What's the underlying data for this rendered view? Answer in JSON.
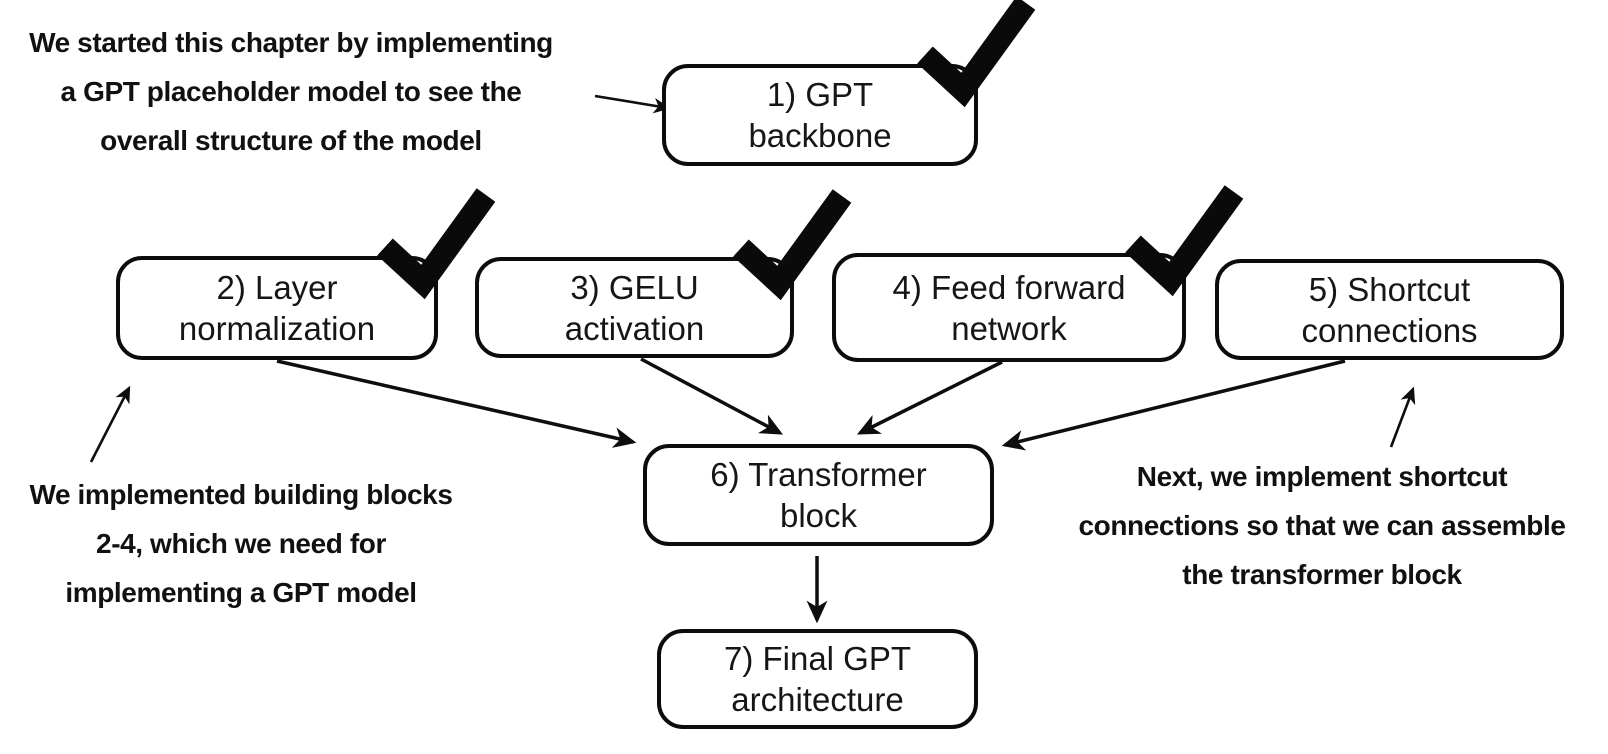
{
  "colors": {
    "ink": "#0e0e0e",
    "box_border": "#0c0c0c",
    "box_fill": "#ffffff",
    "background": "#ffffff",
    "checkmark": "#0a0a0a"
  },
  "boxes": [
    {
      "id": "gpt-backbone",
      "line1": "1) GPT",
      "line2": "backbone",
      "completed": true
    },
    {
      "id": "layer-normalization",
      "line1": "2) Layer",
      "line2": "normalization",
      "completed": true
    },
    {
      "id": "gelu-activation",
      "line1": "3) GELU",
      "line2": "activation",
      "completed": true
    },
    {
      "id": "feed-forward-network",
      "line1": "4) Feed forward",
      "line2": "network",
      "completed": true
    },
    {
      "id": "shortcut-connections",
      "line1": "5) Shortcut",
      "line2": "connections",
      "completed": false
    },
    {
      "id": "transformer-block",
      "line1": "6) Transformer",
      "line2": "block",
      "completed": false
    },
    {
      "id": "final-gpt-architecture",
      "line1": "7) Final GPT",
      "line2": "architecture",
      "completed": false
    }
  ],
  "annotations": [
    {
      "id": "intro",
      "lines": [
        "We started this chapter by implementing",
        "a GPT placeholder model to see the",
        "overall structure of the model"
      ]
    },
    {
      "id": "building-blocks",
      "lines": [
        "We implemented building blocks",
        "2-4, which we need for",
        "implementing a GPT model"
      ]
    },
    {
      "id": "next-step",
      "lines": [
        "Next, we implement shortcut",
        "connections so that we can assemble",
        "the transformer block"
      ]
    }
  ],
  "icons": {
    "checkmark": "✓"
  }
}
